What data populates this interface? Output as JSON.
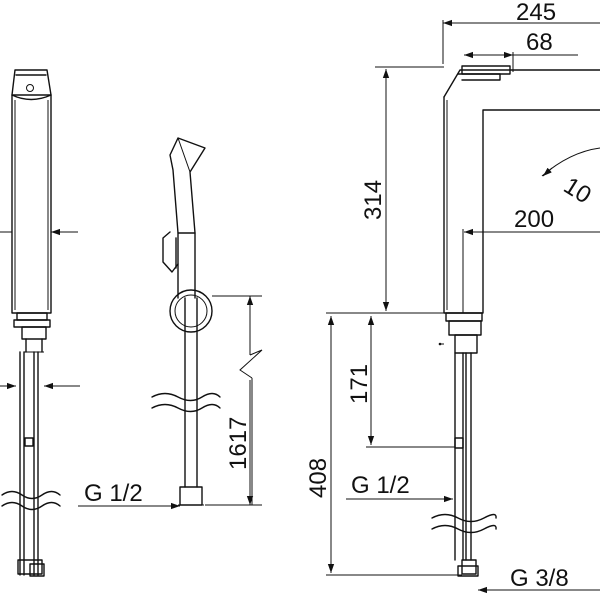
{
  "dimensions": {
    "width_total": "245",
    "handle_offset": "68",
    "angle": "10",
    "spout_reach": "200",
    "body_height": "314",
    "hose_length": "1617",
    "shank_height": "171",
    "install_height": "408",
    "thread_left": "G 1/2",
    "thread_middle": "G 1/2",
    "thread_right": "G 3/8"
  }
}
